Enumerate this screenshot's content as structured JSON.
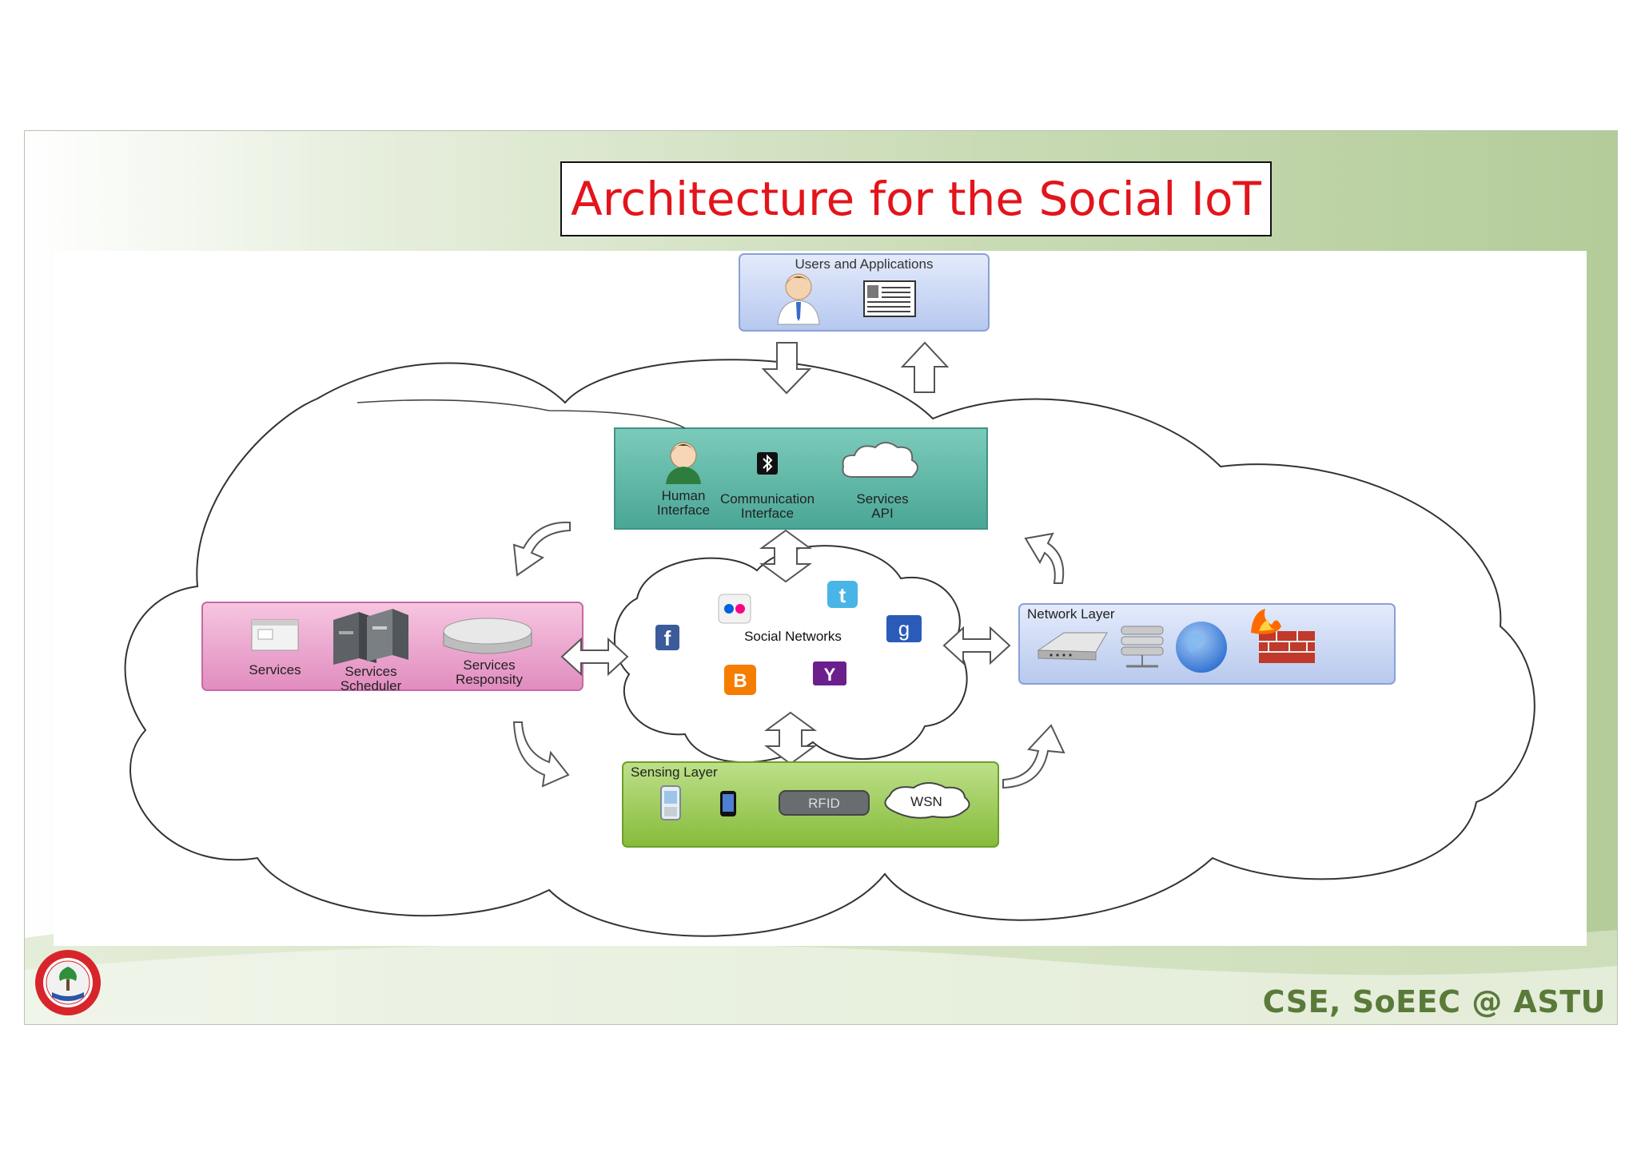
{
  "title": "Architecture for the Social IoT",
  "footer": "CSE, SoEEC @ ASTU",
  "colors": {
    "title": "#e3141b",
    "users_box": "#c6d4f2",
    "interface_box": "#5fb8a8",
    "services_box": "#eea9cf",
    "network_box": "#c9d6f1",
    "sensing_box": "#9ccb52",
    "footer": "#5a7a3a"
  },
  "users_layer": {
    "label": "Users and Applications",
    "icons": [
      "user-icon",
      "application-icon"
    ]
  },
  "interface_layer": {
    "human": "Human Interface",
    "human_l1": "Human",
    "human_l2": "Interface",
    "comm_l1": "Communication",
    "comm_l2": "Interface",
    "api_l1": "Services",
    "api_l2": "API"
  },
  "service_layer": {
    "services": "Services",
    "scheduler_l1": "Services",
    "scheduler_l2": "Scheduler",
    "repo_l1": "Services",
    "repo_l2": "Responsity"
  },
  "social_networks": {
    "label": "Social Networks",
    "icons": [
      "facebook-icon",
      "flickr-icon",
      "twitter-icon",
      "google-icon",
      "blogger-icon",
      "yahoo-icon"
    ],
    "glyphs": {
      "facebook": "f",
      "twitter": "t",
      "google": "g",
      "blogger": "B",
      "yahoo": "Y"
    }
  },
  "network_layer": {
    "label": "Network Layer",
    "icons": [
      "router-icon",
      "database-icon",
      "globe-icon",
      "firewall-icon"
    ]
  },
  "sensing_layer": {
    "label": "Sensing  Layer",
    "rfid": "RFID",
    "wsn": "WSN",
    "icons": [
      "phone-icon",
      "mobile-icon"
    ]
  }
}
